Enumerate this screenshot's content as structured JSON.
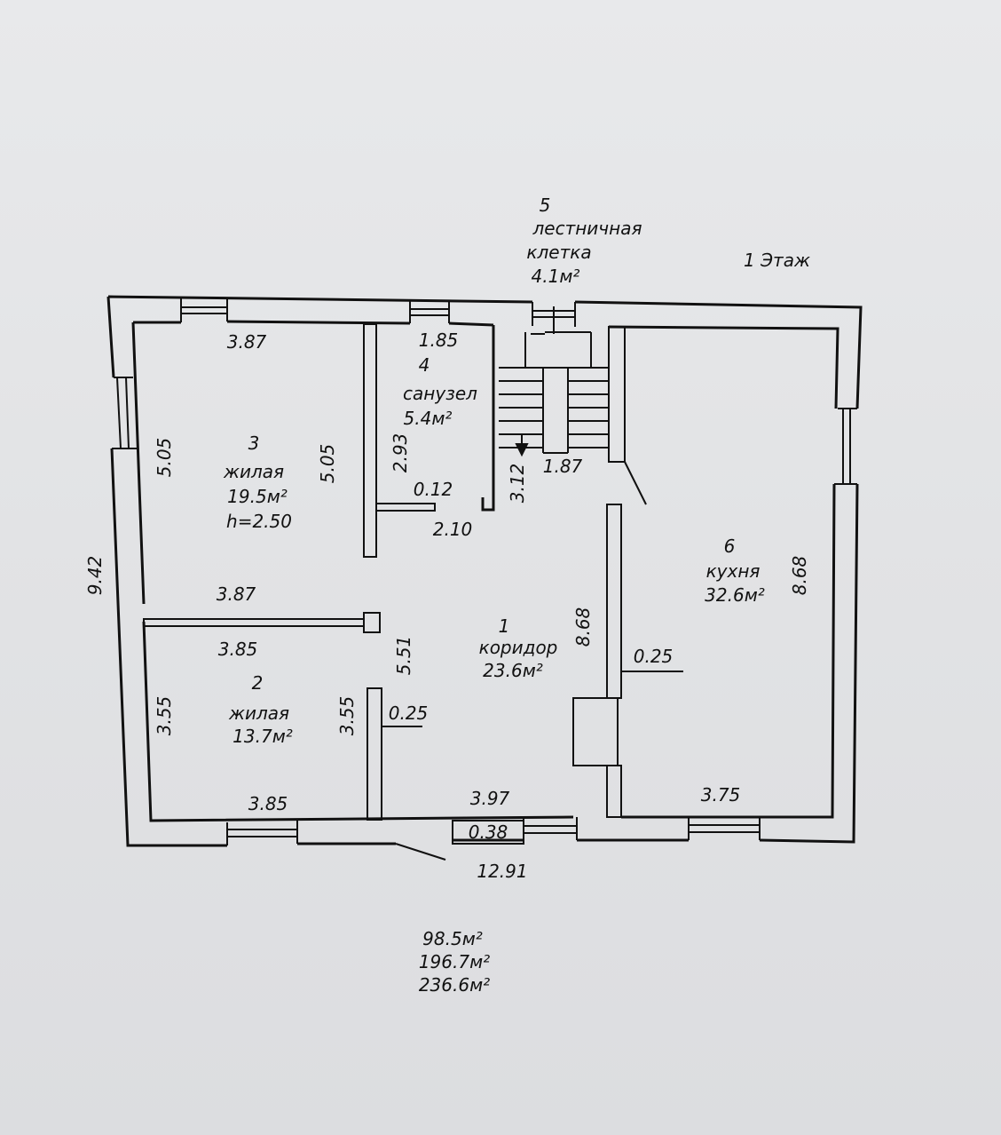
{
  "floor_label": "1 Этаж",
  "stair": {
    "number": "5",
    "name_line1": "лестничная",
    "name_line2": "клетка",
    "area": "4.1м²"
  },
  "rooms": {
    "bath": {
      "number": "4",
      "name": "санузел",
      "area": "5.4м²"
    },
    "living3": {
      "number": "3",
      "name": "жилая",
      "area": "19.5м²",
      "height": "h=2.50"
    },
    "living2": {
      "number": "2",
      "name": "жилая",
      "area": "13.7м²"
    },
    "corridor": {
      "number": "1",
      "name": "коридор",
      "area": "23.6м²"
    },
    "kitchen": {
      "number": "6",
      "name": "кухня",
      "area": "32.6м²"
    }
  },
  "dims": {
    "top_left": "3.87",
    "top_bath": "1.85",
    "room3_left": "5.05",
    "room3_right": "5.05",
    "bath_h": "2.93",
    "stair_h": "3.12",
    "stair_w": "1.87",
    "stub": "0.12",
    "bath_w": "2.10",
    "overall_h": "9.42",
    "room3_bottom": "3.87",
    "room2_top": "3.85",
    "room2_left": "3.55",
    "room2_right": "3.55",
    "wall_r2": "0.25",
    "corr_h": "5.51",
    "corr_mid": "8.68",
    "wall_k": "0.25",
    "kitchen_h": "8.68",
    "room2_bottom": "3.85",
    "corr_bottom": "3.97",
    "wall_bottom": "0.38",
    "kitchen_bottom": "3.75",
    "overall_w": "12.91"
  },
  "totals": [
    "98.5м²",
    "196.7м²",
    "236.6м²"
  ]
}
